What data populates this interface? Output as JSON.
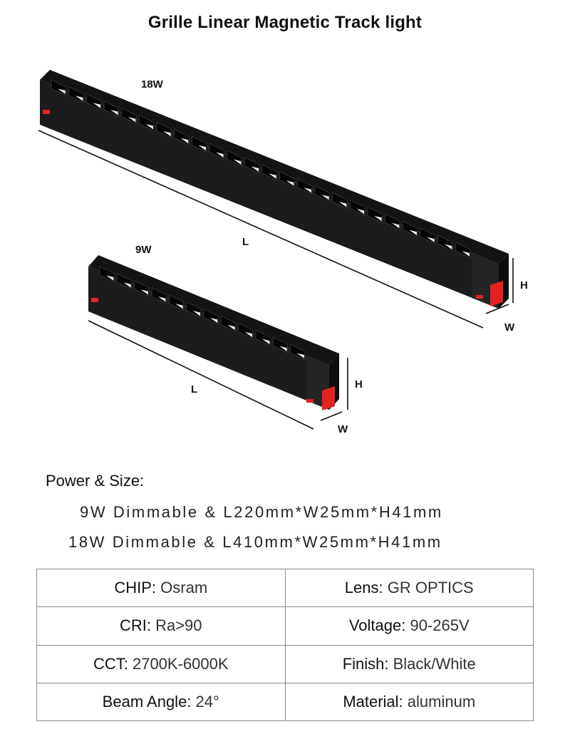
{
  "title": "Grille Linear Magnetic Track light",
  "illustration": {
    "large": {
      "watt": "18W",
      "length_label": "L",
      "height_label": "H",
      "width_label": "W"
    },
    "small": {
      "watt": "9W",
      "length_label": "L",
      "height_label": "H",
      "width_label": "W"
    }
  },
  "power_size": {
    "heading": "Power & Size:",
    "lines": [
      "9W Dimmable & L220mm*W25mm*H41mm",
      "18W Dimmable & L410mm*W25mm*H41mm"
    ]
  },
  "specs": [
    {
      "label": "CHIP:",
      "value": "Osram"
    },
    {
      "label": "Lens:",
      "value": "GR OPTICS"
    },
    {
      "label": "CRI:",
      "value": "Ra>90"
    },
    {
      "label": "Voltage:",
      "value": "90-265V"
    },
    {
      "label": "CCT:",
      "value": "2700K-6000K"
    },
    {
      "label": "Finish:",
      "value": "Black/White"
    },
    {
      "label": "Beam Angle:",
      "value": "24°"
    },
    {
      "label": "Material:",
      "value": "aluminum"
    }
  ]
}
